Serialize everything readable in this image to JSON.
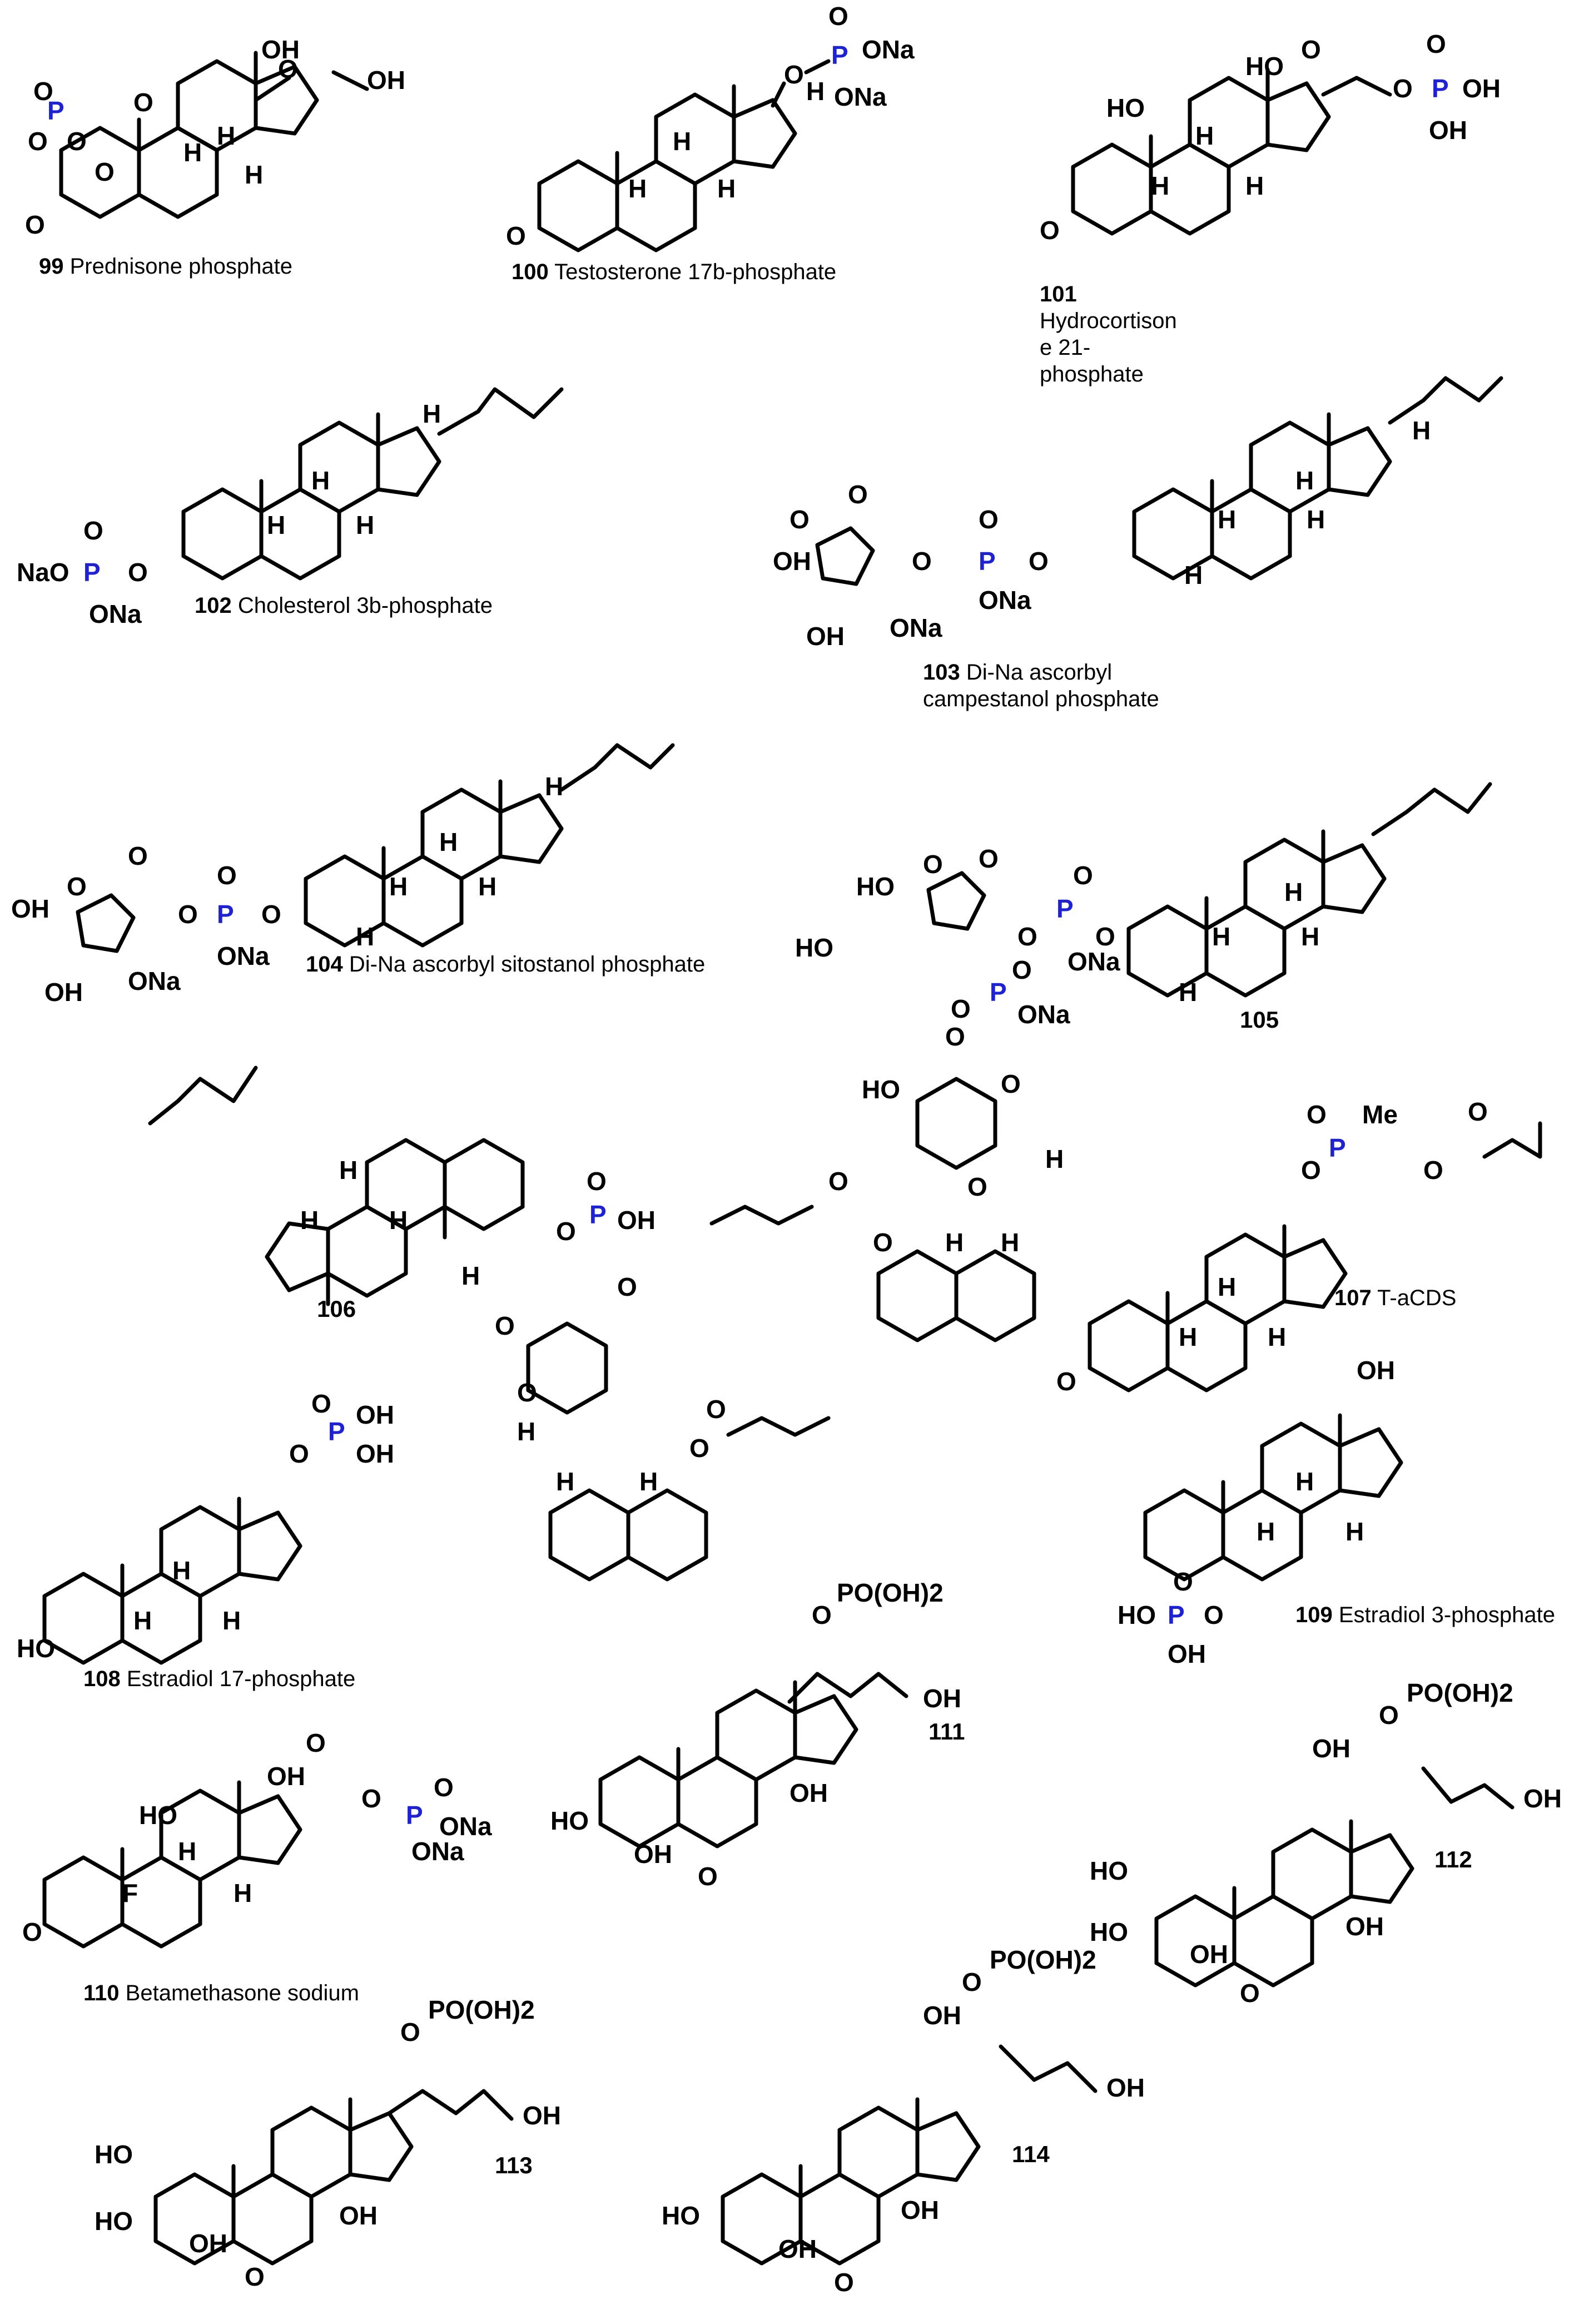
{
  "compounds": [
    {
      "id": "99",
      "name": "Prednisone phosphate"
    },
    {
      "id": "100",
      "name": "Testosterone 17b-phosphate"
    },
    {
      "id": "101",
      "name": "Hydrocortison e 21- phosphate"
    },
    {
      "id": "102",
      "name": "Cholesterol 3b-phosphate"
    },
    {
      "id": "103",
      "name": "Di-Na ascorbyl campestanol phosphate"
    },
    {
      "id": "104",
      "name": "Di-Na ascorbyl sitostanol phosphate"
    },
    {
      "id": "105",
      "name": ""
    },
    {
      "id": "106",
      "name": ""
    },
    {
      "id": "107",
      "name": "T-aCDS"
    },
    {
      "id": "108",
      "name": "Estradiol 17-phosphate"
    },
    {
      "id": "109",
      "name": "Estradiol 3-phosphate"
    },
    {
      "id": "110",
      "name": "Betamethasone sodium"
    },
    {
      "id": "111",
      "name": ""
    },
    {
      "id": "112",
      "name": ""
    },
    {
      "id": "113",
      "name": ""
    },
    {
      "id": "114",
      "name": ""
    }
  ],
  "atom_labels": {
    "OH": "OH",
    "HO": "HO",
    "O": "O",
    "H": "H",
    "P": "P",
    "F": "F",
    "ONa": "ONa",
    "NaO": "NaO",
    "Me": "Me",
    "PO_OH2": "PO(OH)2"
  },
  "colors": {
    "phosphorus": "#1e22d6",
    "bond": "#000000"
  }
}
